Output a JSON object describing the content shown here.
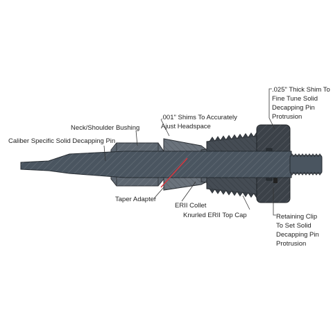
{
  "colors": {
    "pin": "#4a5560",
    "pin_dark": "#2f363d",
    "bushing": "#5d6670",
    "adapter": "#6b737c",
    "nut": "#3f454c",
    "text": "#222222",
    "leader": "#333333",
    "highlight": "#d9363e"
  },
  "labels": {
    "pin": "Caliber Specific Solid Decapping Pin",
    "bushing": "Neck/Shoulder Bushing",
    "shims_line1": ".001\" Shims To Accurately",
    "shims_line2": "Ajust Headspace",
    "thick_line1": ".025\" Thick Shim To",
    "thick_line2": "Fine Tune Solid",
    "thick_line3": "Decapping Pin",
    "thick_line4": "Protrusion",
    "taper": "Taper Adapter",
    "collet": "ERII Collet",
    "cap": "Knurled ERII Top Cap",
    "clip_line1": "Retaining Clip",
    "clip_line2": "To Set Solid",
    "clip_line3": "Decapping Pin",
    "clip_line4": "Protrusion"
  }
}
